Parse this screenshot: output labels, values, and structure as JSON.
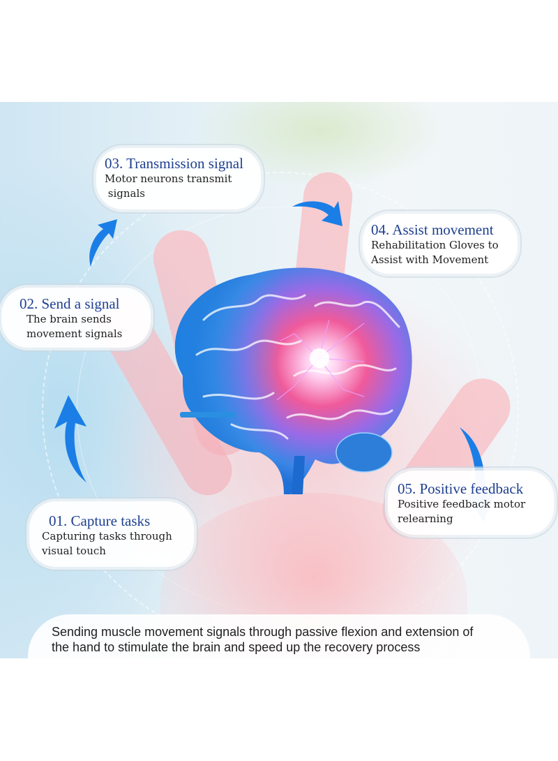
{
  "steps": [
    {
      "number": "01.",
      "title": "01. Capture tasks",
      "desc_line1": "Capturing tasks through",
      "desc_line2": "visual touch"
    },
    {
      "number": "02.",
      "title": "02. Send a signal",
      "desc_line1": "The brain sends",
      "desc_line2": "movement signals"
    },
    {
      "number": "03.",
      "title": "03. Transmission signal",
      "desc_line1": "Motor neurons transmit",
      "desc_line2": " signals"
    },
    {
      "number": "04.",
      "title": "04. Assist movement",
      "desc_line1": "Rehabilitation Gloves to",
      "desc_line2": "Assist with Movement"
    },
    {
      "number": "05.",
      "title": "05. Positive feedback",
      "desc_line1": "Positive feedback motor",
      "desc_line2": "relearning"
    }
  ],
  "caption": {
    "line1": "Sending muscle movement signals through passive flexion and extension of",
    "line2": "the hand to stimulate the brain and speed up the recovery process"
  },
  "colors": {
    "title_blue": "#1d3f8f",
    "arrow_blue": "#1a7ee6",
    "brain_blue": "#2a8fe0",
    "brain_glow": "#f05a9a"
  },
  "icons": {
    "center": "brain-illustration",
    "arrows": [
      "arrow-up-icon",
      "arrow-up-right-icon",
      "arrow-curve-right-icon",
      "arrow-down-icon"
    ]
  }
}
